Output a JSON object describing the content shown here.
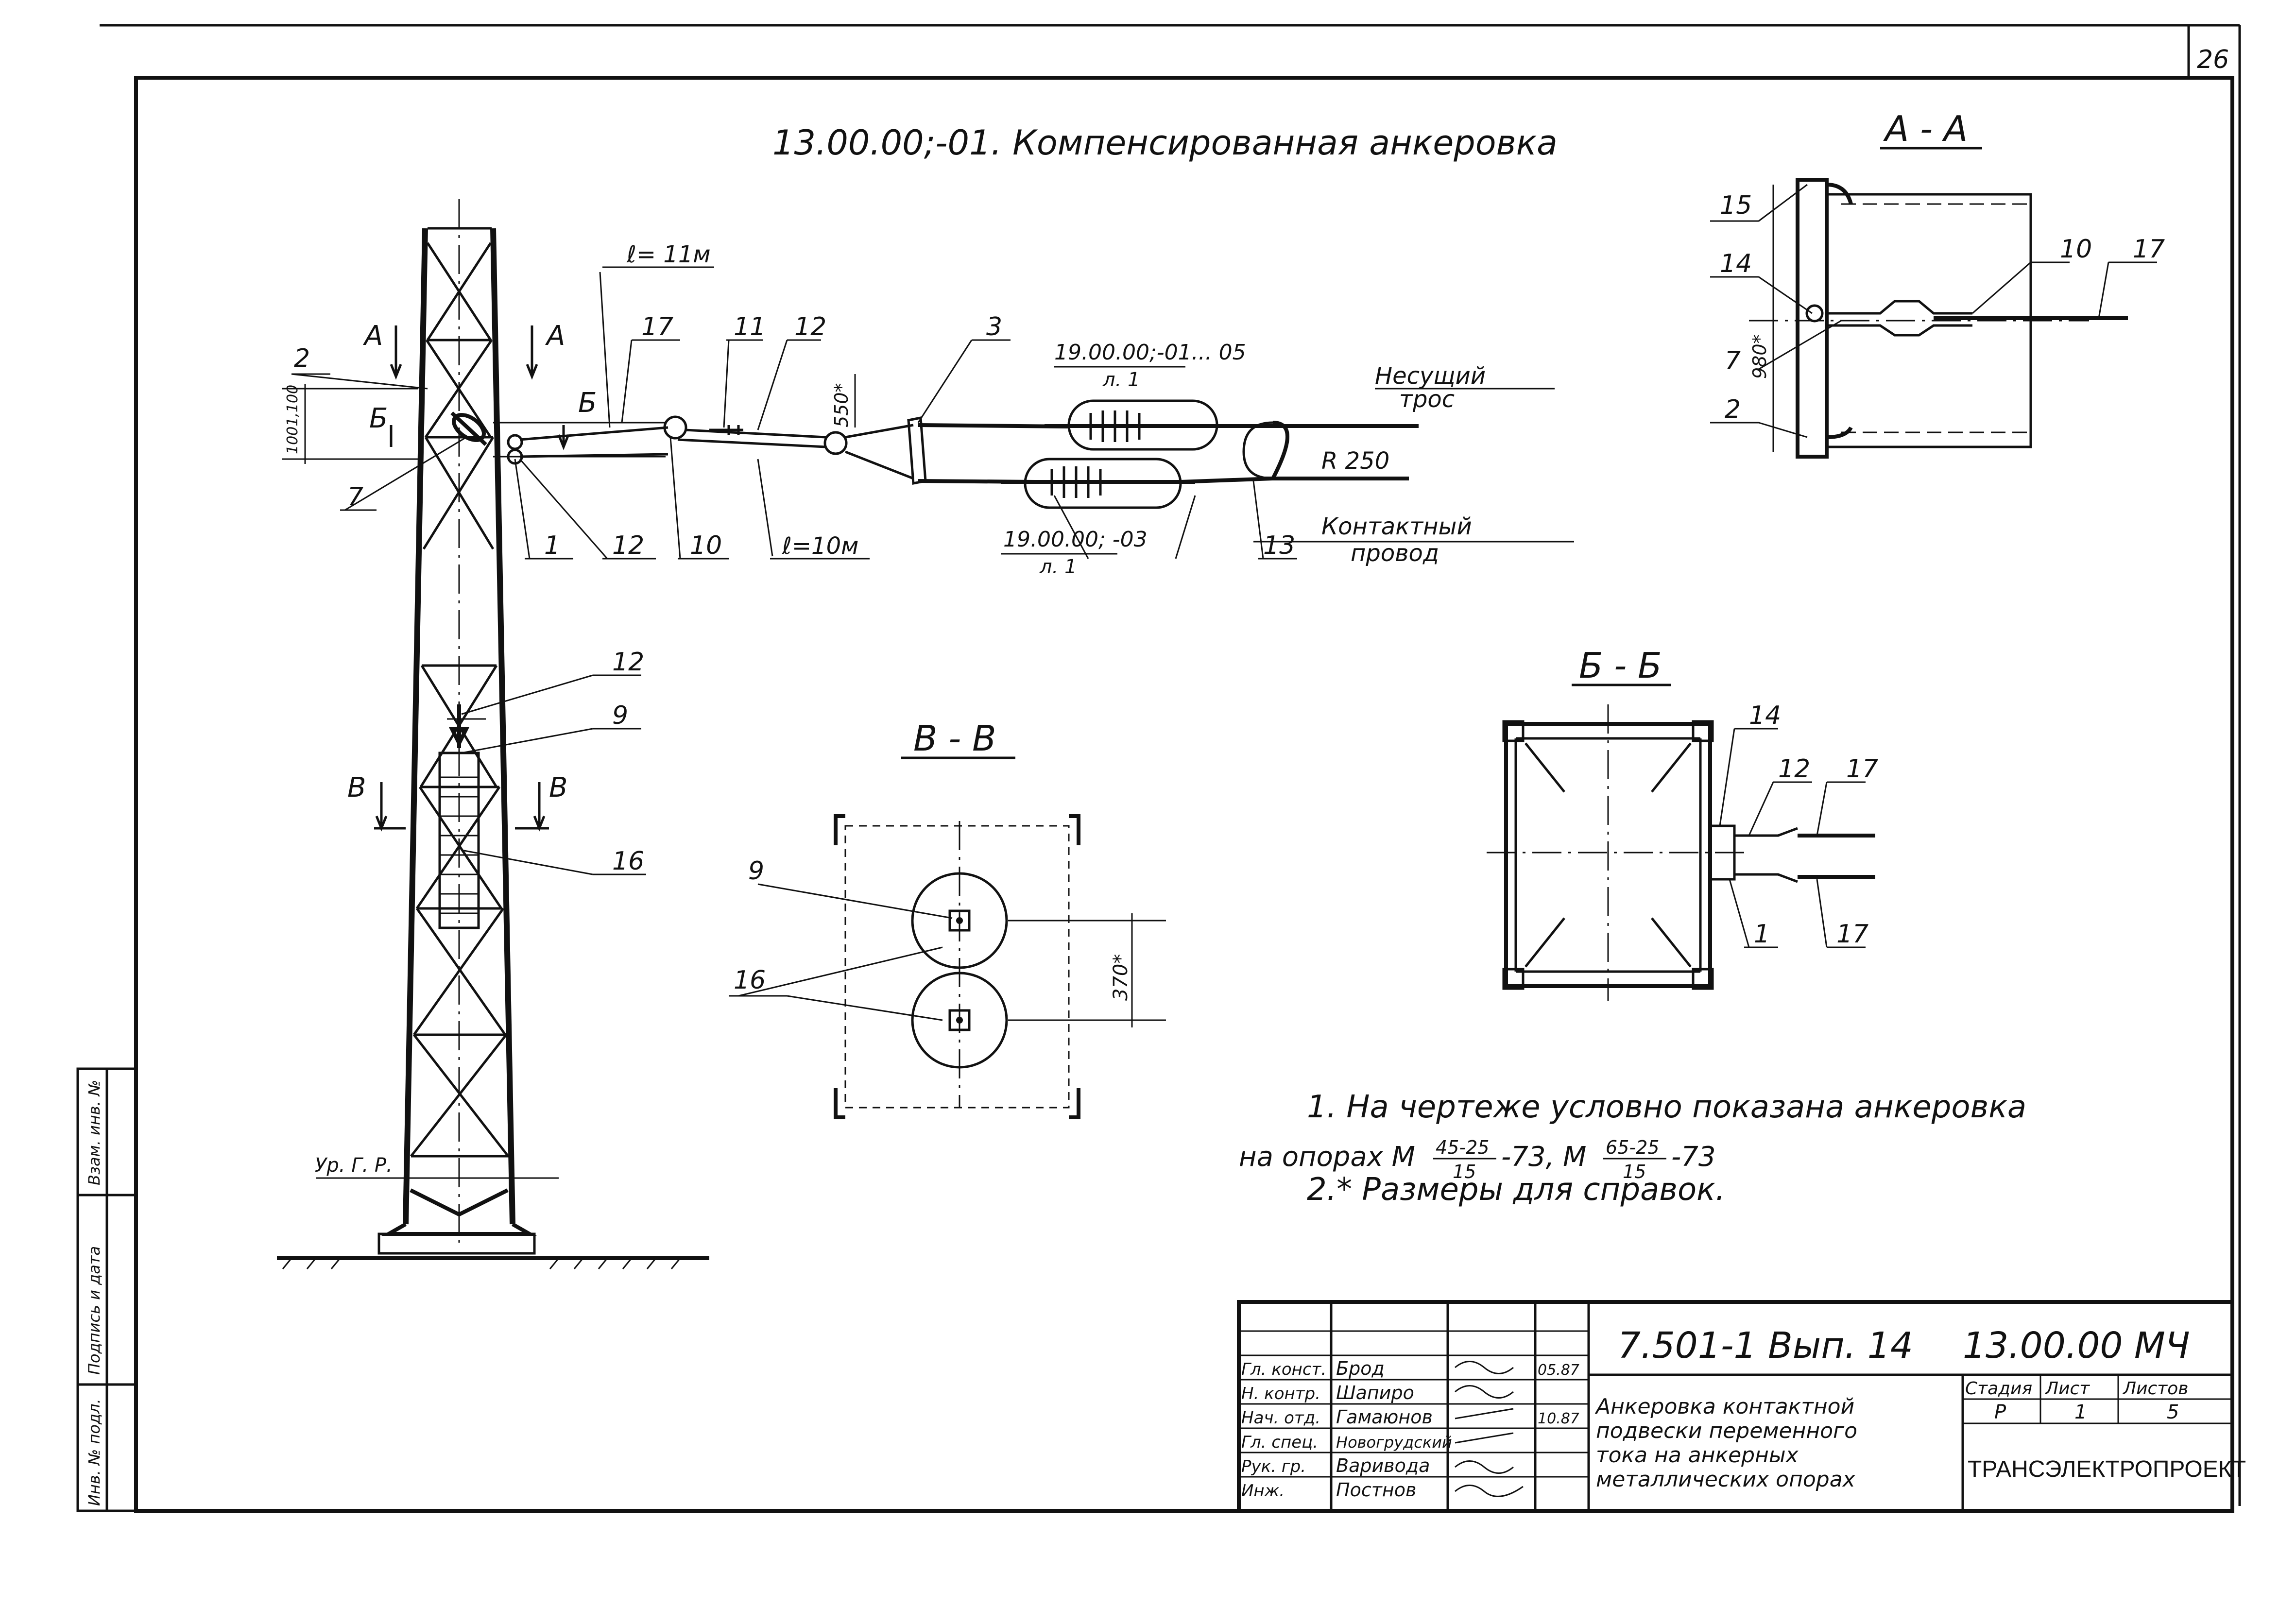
{
  "sheet": {
    "page_number": "26",
    "title": "13.00.00;-01. Компенсированная анкеровка"
  },
  "main_view": {
    "labels": {
      "cut_a": "А",
      "cut_b": "Б",
      "cut_v": "В",
      "len_11": "ℓ= 11м",
      "len_10": "ℓ=10м",
      "dim_1001": "1001,100",
      "dim_550": "550*",
      "ins_upper": "19.00.00;-01... 05",
      "ins_upper_sub": "л. 1",
      "ins_lower": "19.00.00; -03",
      "ins_lower_sub": "л. 1",
      "carrier_1": "Несущий",
      "carrier_2": "трос",
      "contact_1": "Контактный",
      "contact_2": "провод",
      "radius": "R 250",
      "ground": "Ур. Г. Р."
    },
    "positions": {
      "p2": "2",
      "p7": "7",
      "p17": "17",
      "p11": "11",
      "p12a": "12",
      "p3": "3",
      "p1": "1",
      "p12b": "12",
      "p10": "10",
      "p13": "13",
      "p12c": "12",
      "p9": "9",
      "p16": "16"
    }
  },
  "section_aa": {
    "title": "А - А",
    "dim": "980*",
    "positions": {
      "p15": "15",
      "p14": "14",
      "p7": "7",
      "p2": "2",
      "p10": "10",
      "p17": "17"
    }
  },
  "section_bb": {
    "title": "Б - Б",
    "positions": {
      "p14": "14",
      "p12": "12",
      "p17a": "17",
      "p1": "1",
      "p17b": "17"
    }
  },
  "section_vv": {
    "title": "В - В",
    "dim": "370*",
    "positions": {
      "p9": "9",
      "p16": "16"
    }
  },
  "notes": {
    "line1": "1. На чертеже условно показана анкеровка",
    "line2_a": "на опорах  М",
    "frac1_num": "45-25",
    "frac1_den": "15",
    "line2_b": "-73, М",
    "frac2_num": "65-25",
    "frac2_den": "15",
    "line2_c": "-73",
    "line3": "2.* Размеры для справок."
  },
  "side_stamp": {
    "inv_podl": "Инв. № подл.",
    "podpis": "Подпись и дата",
    "vzam": "Взам. инв. №"
  },
  "title_block": {
    "doc_code": "7.501-1 Вып. 14",
    "doc_number": "13.00.00 МЧ",
    "description": [
      "Анкеровка контактной",
      "подвески переменного",
      "тока на анкерных",
      "металлических опорах"
    ],
    "stage_header": "Стадия",
    "sheet_header": "Лист",
    "sheets_header": "Листов",
    "stage": "Р",
    "sheet": "1",
    "sheets": "5",
    "organization": "ТРАНСЭЛЕКТРОПРОЕКТ",
    "roles": [
      {
        "role": "Гл. конст.",
        "name": "Брод",
        "date": "05.87"
      },
      {
        "role": "Н. контр.",
        "name": "Шапиро",
        "date": ""
      },
      {
        "role": "Нач. отд.",
        "name": "Гамаюнов",
        "date": "10.87"
      },
      {
        "role": "Гл. спец.",
        "name": "Новогрудский",
        "date": ""
      },
      {
        "role": "Рук. гр.",
        "name": "Варивода",
        "date": ""
      },
      {
        "role": "Инж.",
        "name": "Постнов",
        "date": ""
      }
    ]
  }
}
